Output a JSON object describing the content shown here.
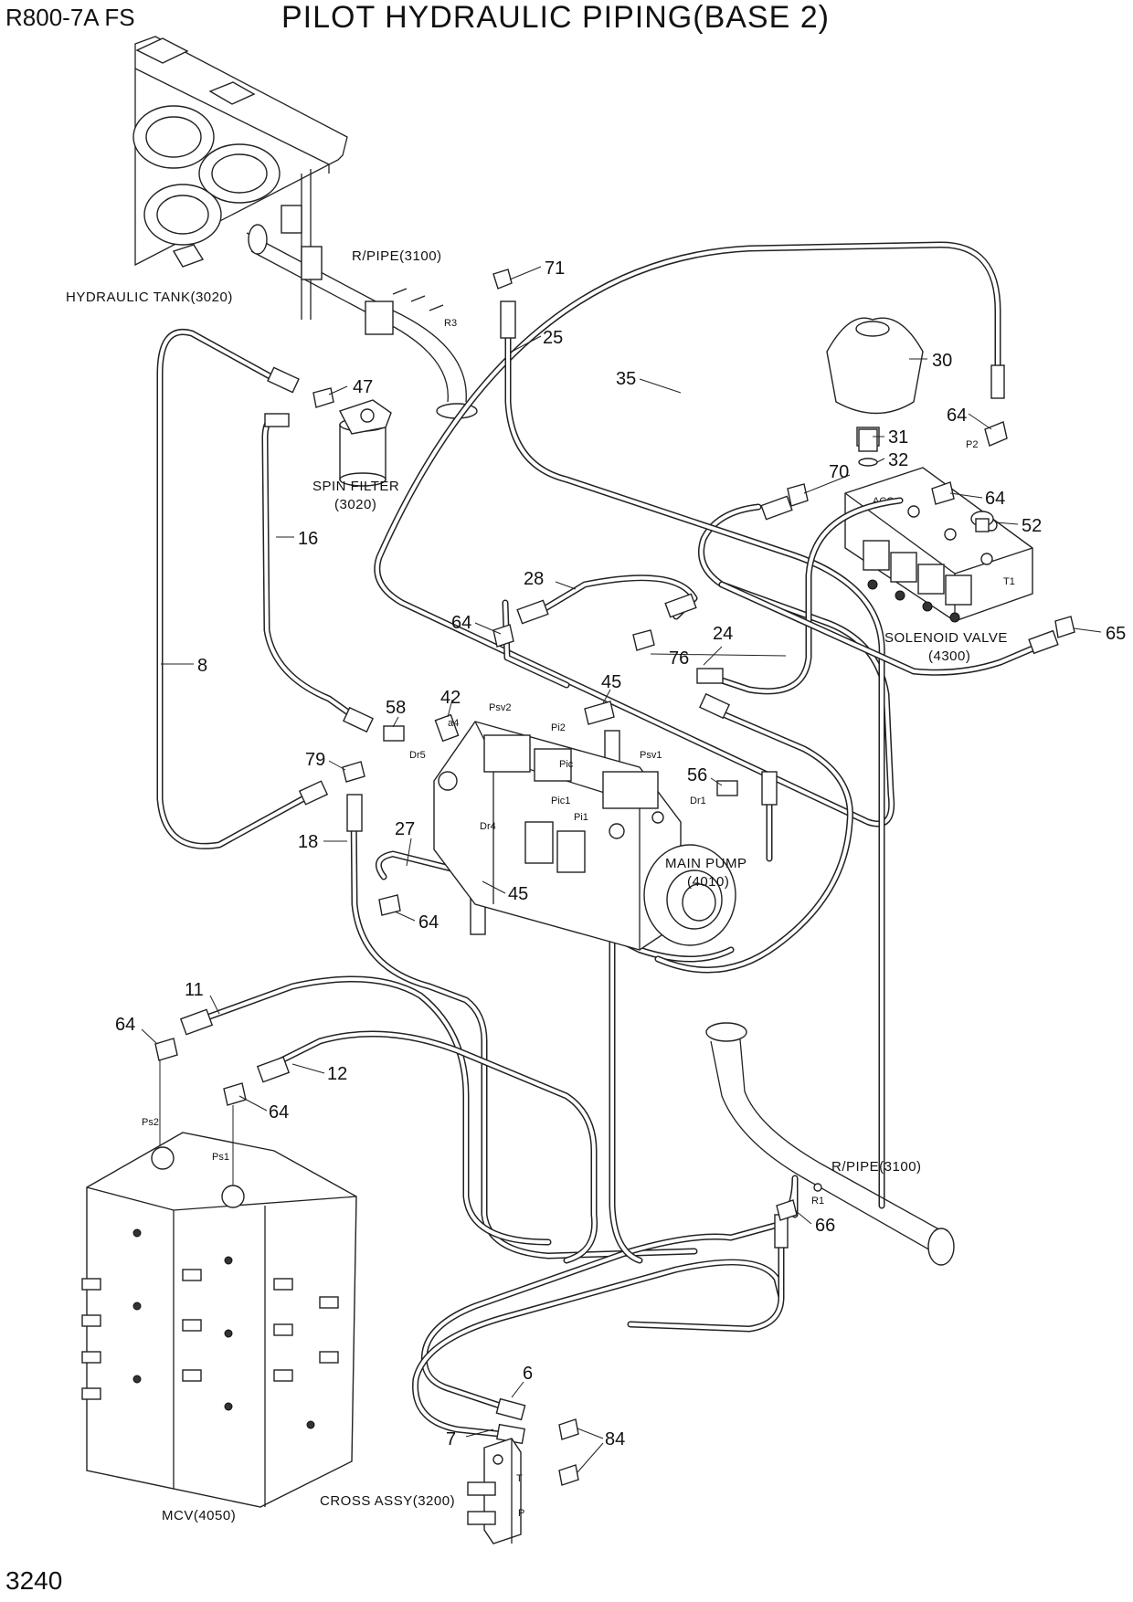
{
  "header": {
    "model": "R800-7A  FS",
    "title": "PILOT HYDRAULIC PIPING(BASE 2)",
    "page_number": "3240"
  },
  "components": {
    "hydraulic_tank": "HYDRAULIC TANK(3020)",
    "return_pipe_top": "R/PIPE(3100)",
    "return_pipe_bottom": "R/PIPE(3100)",
    "spin_filter_line1": "SPIN FILTER",
    "spin_filter_line2": "(3020)",
    "solenoid_valve_line1": "SOLENOID VALVE",
    "solenoid_valve_line2": "(4300)",
    "main_pump_line1": "MAIN PUMP",
    "main_pump_line2": "(4010)",
    "mcv": "MCV(4050)",
    "cross_assy": "CROSS ASSY(3200)"
  },
  "ports": {
    "r3": "R3",
    "r1": "R1",
    "p2": "P2",
    "acc": "ACC",
    "t1": "T1",
    "a4": "a4",
    "dr5": "Dr5",
    "psv2": "Psv2",
    "pi2": "Pi2",
    "pic": "Pic",
    "psv1": "Psv1",
    "pic1": "Pic1",
    "pi1": "Pi1",
    "dr4": "Dr4",
    "dr1": "Dr1",
    "ps2": "Ps2",
    "ps1": "Ps1",
    "t": "T",
    "p": "P"
  },
  "callouts": {
    "c71": "71",
    "c25": "25",
    "c30": "30",
    "c35": "35",
    "c47": "47",
    "c64a": "64",
    "c31": "31",
    "c32": "32",
    "c70": "70",
    "c64b": "64",
    "c52": "52",
    "c16": "16",
    "c28": "28",
    "c64c": "64",
    "c24": "24",
    "c76": "76",
    "c65": "65",
    "c8": "8",
    "c42": "42",
    "c58": "58",
    "c45a": "45",
    "c79": "79",
    "c56": "56",
    "c18": "18",
    "c27": "27",
    "c45b": "45",
    "c64d": "64",
    "c11": "11",
    "c64e": "64",
    "c12": "12",
    "c64f": "64",
    "c66": "66",
    "c6": "6",
    "c7": "7",
    "c84": "84"
  }
}
